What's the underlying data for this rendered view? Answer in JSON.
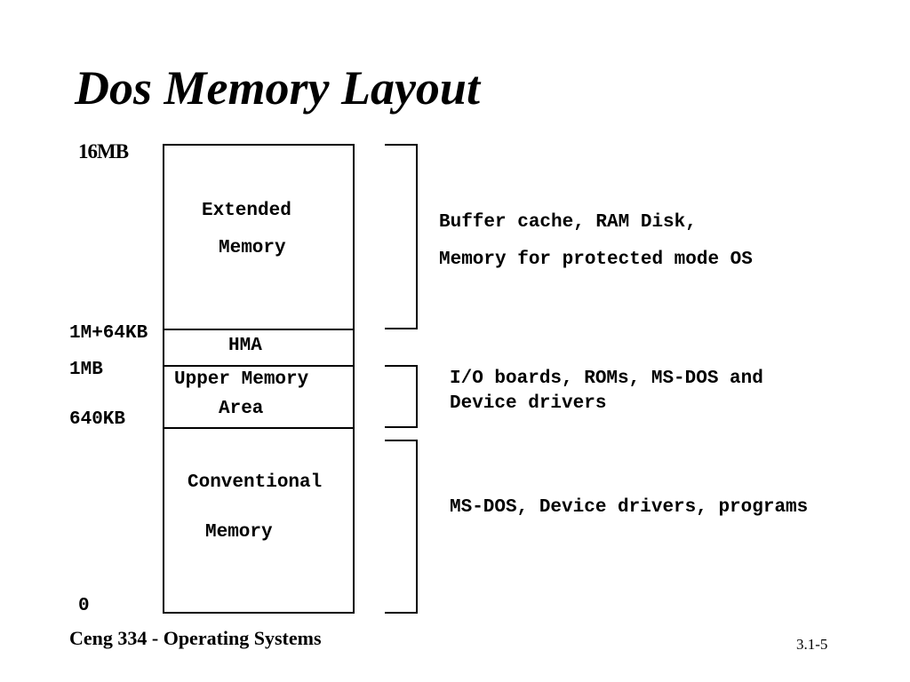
{
  "slide": {
    "title": "Dos Memory Layout",
    "footer_left": "Ceng 334 - Operating Systems",
    "footer_right": "3.1-5"
  },
  "addresses": {
    "top": "16MB",
    "hma_start": "1M+64KB",
    "one_mb": "1MB",
    "conventional_top": "640KB",
    "zero": "0"
  },
  "blocks": {
    "extended": [
      "Extended",
      "Memory"
    ],
    "hma": "HMA",
    "upper": [
      "Upper Memory",
      "Area"
    ],
    "conventional": [
      "Conventional",
      "Memory"
    ]
  },
  "descriptions": {
    "extended": [
      "Buffer cache, RAM Disk,",
      "Memory for protected mode OS"
    ],
    "upper": [
      "I/O boards, ROMs, MS-DOS and",
      "Device drivers"
    ],
    "conventional": "MS-DOS, Device drivers, programs"
  }
}
